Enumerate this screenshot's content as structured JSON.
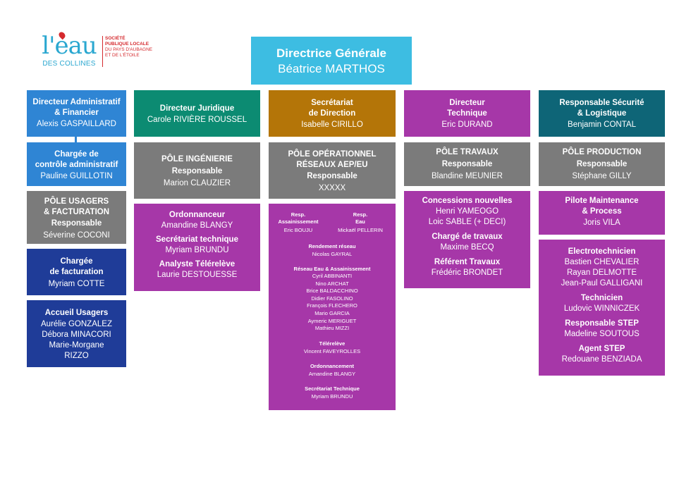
{
  "colors": {
    "blue": "#2f85d4",
    "navy": "#1f3c98",
    "green": "#0c8b72",
    "brown": "#b47508",
    "purple": "#a637a8",
    "teal": "#0e6577",
    "gray": "#7b7b7b",
    "cyan": "#3dbde2",
    "logo_blue": "#2aa7d0",
    "logo_red": "#d52a2e"
  },
  "logo": {
    "brand": "l'eau",
    "brand_sub": "DES COLLINES",
    "lines": [
      "SOCIÉTÉ",
      "PUBLIQUE LOCALE",
      "DU PAYS D'AUBAGNE",
      "ET DE L'ÉTOILE"
    ]
  },
  "director": {
    "title": "Directrice Générale",
    "name": "Béatrice MARTHOS"
  },
  "col1": {
    "head": {
      "title": "Directeur Administratif\n& Financier",
      "name": "Alexis GASPAILLARD"
    },
    "controle": {
      "title": "Chargée de\ncontrôle administratif",
      "name": "Pauline GUILLOTIN"
    },
    "pole": {
      "title": "PÔLE USAGERS\n& FACTURATION",
      "role": "Responsable",
      "name": "Séverine COCONI"
    },
    "facturation": {
      "title": "Chargée\nde facturation",
      "name": "Myriam COTTE"
    },
    "accueil": {
      "title": "Accueil Usagers",
      "names": "Aurélie GONZALEZ\nDébora MINACORI\nMarie-Morgane\nRIZZO"
    }
  },
  "col2": {
    "head": {
      "title": "Directeur Juridique",
      "name": "Carole RIVIÈRE ROUSSEL"
    },
    "pole": {
      "title": "PÔLE INGÉNIERIE",
      "role": "Responsable",
      "name": "Marion CLAUZIER"
    },
    "team": [
      {
        "title": "Ordonnanceur",
        "name": "Amandine BLANGY"
      },
      {
        "title": "Secrétariat technique",
        "name": "Myriam BRUNDU"
      },
      {
        "title": "Analyste Télérelève",
        "name": "Laurie DESTOUESSE"
      }
    ]
  },
  "col3": {
    "head": {
      "title": "Secrétariat\nde Direction",
      "name": "Isabelle CIRILLO"
    },
    "pole": {
      "title": "PÔLE OPÉRATIONNEL\nRÉSEAUX AEP/EU",
      "role": "Responsable",
      "name": "XXXXX"
    },
    "resp_a": {
      "title": "Resp.\nAssainissement",
      "name": "Eric BOUJU"
    },
    "resp_e": {
      "title": "Resp.\nEau",
      "name": "Mickaël PELLERIN"
    },
    "rendement": {
      "title": "Rendement réseau",
      "name": "Nicolas GAYRAL"
    },
    "reseau": {
      "title": "Réseau Eau & Assainissement",
      "names": "Cyril ABBINANTI\nNino ARCHAT\nBrice BALDACCHINO\nDidier FASOLINO\nFrançois FLECHERO\nMario GARCIA\nAymeric MERIGUET\nMathieu MIZZI"
    },
    "telereleve": {
      "title": "Télérelève",
      "name": "Vincent FAVEYROLLES"
    },
    "ordonnancement": {
      "title": "Ordonnancement",
      "name": "Amandine BLANGY"
    },
    "secretariat": {
      "title": "Secrétariat Technique",
      "name": "Myriam BRUNDU"
    }
  },
  "col4": {
    "head": {
      "title": "Directeur\nTechnique",
      "name": "Eric DURAND"
    },
    "pole": {
      "title": "PÔLE TRAVAUX",
      "role": "Responsable",
      "name": "Blandine MEUNIER"
    },
    "team": [
      {
        "title": "Concessions nouvelles",
        "name": "Henri YAMEOGO\nLoic SABLE (+ DECI)"
      },
      {
        "title": "Chargé de travaux",
        "name": "Maxime BECQ"
      },
      {
        "title": "Référent Travaux",
        "name": "Frédéric BRONDET"
      }
    ]
  },
  "col5": {
    "head": {
      "title": "Responsable Sécurité\n& Logistique",
      "name": "Benjamin CONTAL"
    },
    "pole": {
      "title": "PÔLE PRODUCTION",
      "role": "Responsable",
      "name": "Stéphane GILLY"
    },
    "pilote": {
      "title": "Pilote Maintenance\n& Process",
      "name": "Joris VILA"
    },
    "team": [
      {
        "title": "Electrotechnicien",
        "name": "Bastien CHEVALIER\nRayan DELMOTTE\nJean-Paul GALLIGANI"
      },
      {
        "title": "Technicien",
        "name": "Ludovic WINNICZEK"
      },
      {
        "title": "Responsable STEP",
        "name": "Madeline SOUTOUS"
      },
      {
        "title": "Agent STEP",
        "name": "Redouane BENZIADA"
      }
    ]
  }
}
